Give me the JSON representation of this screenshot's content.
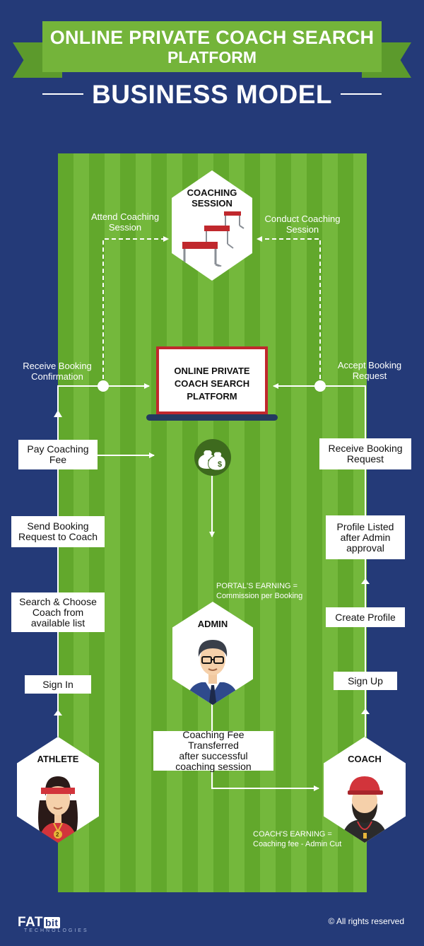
{
  "header": {
    "title_line1": "ONLINE PRIVATE COACH SEARCH",
    "title_line2": "PLATFORM",
    "subtitle": "BUSINESS MODEL"
  },
  "nodes": {
    "coaching_session": {
      "line1": "COACHING",
      "line2": "SESSION"
    },
    "platform": {
      "line1": "ONLINE PRIVATE",
      "line2": "COACH SEARCH",
      "line3": "PLATFORM"
    },
    "admin": {
      "title": "ADMIN"
    },
    "athlete": {
      "title": "ATHLETE"
    },
    "coach": {
      "title": "COACH"
    }
  },
  "labels": {
    "attend_session": {
      "line1": "Attend Coaching",
      "line2": "Session"
    },
    "conduct_session": {
      "line1": "Conduct Coaching",
      "line2": "Session"
    },
    "receive_confirmation": {
      "line1": "Receive Booking",
      "line2": "Confirmation"
    },
    "accept_request": {
      "line1": "Accept Booking",
      "line2": "Request"
    }
  },
  "athlete_steps": {
    "pay_fee": {
      "line1": "Pay Coaching",
      "line2": "Fee"
    },
    "send_request": {
      "line1": "Send Booking",
      "line2": "Request to Coach"
    },
    "search_choose": {
      "line1": "Search & Choose",
      "line2": "Coach from",
      "line3": "available list"
    },
    "sign_in": "Sign In"
  },
  "coach_steps": {
    "receive_request": {
      "line1": "Receive Booking",
      "line2": "Request"
    },
    "profile_listed": {
      "line1": "Profile Listed",
      "line2": "after Admin",
      "line3": "approval"
    },
    "create_profile": "Create Profile",
    "sign_up": "Sign Up"
  },
  "transfer": {
    "line1": "Coaching Fee Transferred",
    "line2": "after successful",
    "line3": "coaching session"
  },
  "earnings": {
    "portal_line1": "PORTAL'S EARNING =",
    "portal_line2": "Commission per Booking",
    "coach_line1": "COACH'S EARNING =",
    "coach_line2": "Coaching fee - Admin Cut"
  },
  "footer": {
    "logo_main": "FAT",
    "logo_bit": "bit",
    "logo_sub": "TECHNOLOGIES",
    "copyright": "© All rights reserved"
  },
  "colors": {
    "background": "#243a78",
    "banner_green": "#74b43a",
    "field_stripe_dark": "#62a82c",
    "field_stripe_light": "#74b83c",
    "hurdle_red": "#c0282d",
    "money_badge": "#3e6a1e"
  },
  "icons": {
    "coaching_session": "hurdles-icon",
    "payment": "money-bags-icon",
    "admin": "admin-avatar-icon",
    "athlete": "athlete-avatar-icon",
    "coach": "coach-avatar-icon"
  }
}
